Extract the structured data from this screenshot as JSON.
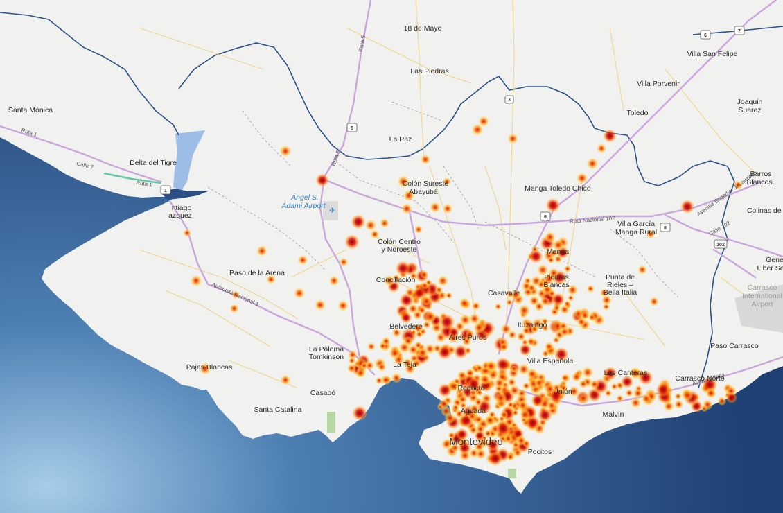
{
  "map": {
    "colors": {
      "land": "#f1f1ef",
      "sea_dark": "#1f4073",
      "sea_light": "#9cc4e2",
      "boundary": "#2a4f8a",
      "major_road": "#c6a6d8",
      "minor_road": "#f0d98e",
      "heat_core": "#c4000a",
      "heat_mid": "#f25a0a",
      "heat_edge": "#ffd23c"
    },
    "places": [
      {
        "id": "18-de-mayo",
        "name": "18 de Mayo"
      },
      {
        "id": "las-piedras",
        "name": "Las Piedras"
      },
      {
        "id": "villa-san-felipe",
        "name": "Villa San Felipe"
      },
      {
        "id": "villa-porvenir",
        "name": "Villa Porvenir"
      },
      {
        "id": "joaquin",
        "name": "Joaquin"
      },
      {
        "id": "suarez",
        "name": "Suarez"
      },
      {
        "id": "toledo",
        "name": "Toledo"
      },
      {
        "id": "santa-monica",
        "name": "Santa Mónica"
      },
      {
        "id": "la-paz",
        "name": "La Paz"
      },
      {
        "id": "delta-del-tigre",
        "name": "Delta del Tigre"
      },
      {
        "id": "colon-sureste",
        "name": "Colón Sureste"
      },
      {
        "id": "abayuba",
        "name": "Abayubá"
      },
      {
        "id": "manga-toledo-chico",
        "name": "Manga Toledo Chico"
      },
      {
        "id": "barros",
        "name": "Barros"
      },
      {
        "id": "blancos",
        "name": "Blancos"
      },
      {
        "id": "colinas-de-c",
        "name": "Colinas de C"
      },
      {
        "id": "santiago",
        "name": "ntiago"
      },
      {
        "id": "vazquez",
        "name": "azquez"
      },
      {
        "id": "villa-garcia",
        "name": "Villa García"
      },
      {
        "id": "manga-rural",
        "name": "Manga Rural"
      },
      {
        "id": "colon-centro",
        "name": "Colón Centro"
      },
      {
        "id": "y-noroeste",
        "name": "y Noroeste"
      },
      {
        "id": "manga",
        "name": "Manga"
      },
      {
        "id": "gene",
        "name": "Gene"
      },
      {
        "id": "liber-se",
        "name": "Liber Se"
      },
      {
        "id": "paso-de-la-arena",
        "name": "Paso de la Arena"
      },
      {
        "id": "conciliacion",
        "name": "Conciliación"
      },
      {
        "id": "piedras",
        "name": "Piedras"
      },
      {
        "id": "blancas",
        "name": "Blancas"
      },
      {
        "id": "punta-de",
        "name": "Punta de"
      },
      {
        "id": "rieles",
        "name": "Rieles –"
      },
      {
        "id": "bella-italia",
        "name": "Bella Italia"
      },
      {
        "id": "casavalle",
        "name": "Casavalle"
      },
      {
        "id": "belvedere",
        "name": "Belvedere"
      },
      {
        "id": "ituzaingo",
        "name": "Ituzaingó"
      },
      {
        "id": "aires-puros",
        "name": "Aires Puros"
      },
      {
        "id": "paso-carrasco",
        "name": "Paso Carrasco"
      },
      {
        "id": "la-paloma",
        "name": "La Paloma"
      },
      {
        "id": "tomkinson",
        "name": "Tomkinson"
      },
      {
        "id": "villa-espanola",
        "name": "Villa Española"
      },
      {
        "id": "pajas-blancas",
        "name": "Pajas Blancas"
      },
      {
        "id": "la-teja",
        "name": "La Teja"
      },
      {
        "id": "las-canteras",
        "name": "Las Canteras"
      },
      {
        "id": "carrasco-norte",
        "name": "Carrasco Norte"
      },
      {
        "id": "reducto",
        "name": "Reducto"
      },
      {
        "id": "union",
        "name": "Unión"
      },
      {
        "id": "casabo",
        "name": "Casabó"
      },
      {
        "id": "santa-catalina",
        "name": "Santa Catalina"
      },
      {
        "id": "aguada",
        "name": "Aguada"
      },
      {
        "id": "malvin",
        "name": "Malvín"
      },
      {
        "id": "pocitos",
        "name": "Pocitos"
      }
    ],
    "city_label": "Montevideo",
    "airports": [
      {
        "id": "adami",
        "line1": "Ángel S.",
        "line2": "Adami Airport"
      },
      {
        "id": "carrasco",
        "line1": "Carrasco",
        "line2": "International",
        "line3": "Airport"
      }
    ],
    "road_labels": [
      {
        "id": "ruta-1-label",
        "text": "Ruta 1"
      },
      {
        "id": "calle-7-label",
        "text": "Calle 7"
      },
      {
        "id": "ruta-1b-label",
        "text": "Ruta 1"
      },
      {
        "id": "ruta-5-label",
        "text": "Ruta 5"
      },
      {
        "id": "ruta-5b-label",
        "text": "Ruta 5"
      },
      {
        "id": "ruta-nacional-102-label",
        "text": "Ruta Nacional 102"
      },
      {
        "id": "autopista-label",
        "text": "Autopista Nacional 1"
      },
      {
        "id": "avenida-italia-label",
        "text": "Avenida Italia"
      },
      {
        "id": "avenida-lavalleja-label",
        "text": "Avenida Brigadier J. Lavalleja"
      },
      {
        "id": "calle-102-label",
        "text": "Calle 102"
      }
    ],
    "shields": [
      {
        "id": "shield-1",
        "text": "1"
      },
      {
        "id": "shield-5",
        "text": "5"
      },
      {
        "id": "shield-6a",
        "text": "6"
      },
      {
        "id": "shield-7",
        "text": "7"
      },
      {
        "id": "shield-6b",
        "text": "6"
      },
      {
        "id": "shield-8",
        "text": "8"
      },
      {
        "id": "shield-102",
        "text": "102"
      },
      {
        "id": "shield-3",
        "text": "3"
      }
    ]
  }
}
